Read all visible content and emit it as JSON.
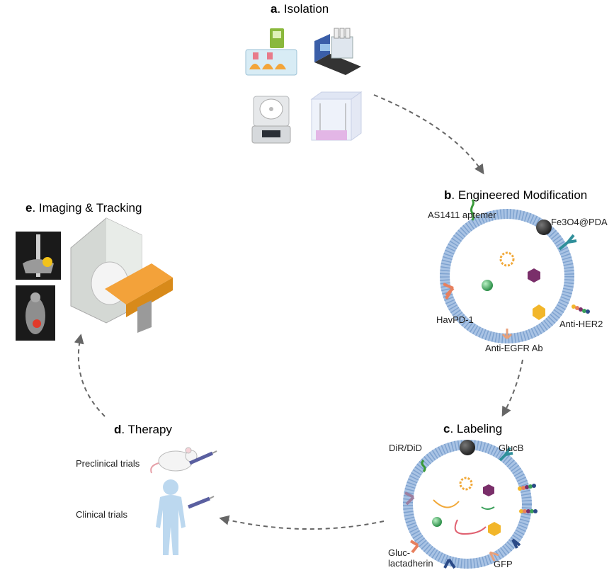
{
  "panels": {
    "a": {
      "letter": "a",
      "title": ". Isolation"
    },
    "b": {
      "letter": "b",
      "title": ". Engineered Modification",
      "labels": {
        "aptamer": "AS1411 aptemer",
        "fe3o4": "Fe3O4@PDA",
        "havpd1": "HavPD-1",
        "antiher2": "Anti-HER2",
        "antiegfr": "Anti-EGFR Ab"
      }
    },
    "c": {
      "letter": "c",
      "title": ". Labeling",
      "labels": {
        "dir": "DiR/DiD",
        "glucb": "GlucB",
        "gluc1": "Gluc-",
        "gluc2": "lactadherin",
        "gfp": "GFP"
      }
    },
    "d": {
      "letter": "d",
      "title": ". Therapy",
      "labels": {
        "preclinical": "Preclinical trials",
        "clinical": "Clinical trials"
      }
    },
    "e": {
      "letter": "e",
      "title": ". Imaging & Tracking"
    }
  },
  "colors": {
    "membrane": "#b9cfe8",
    "membrane_edge": "#8fb0d6",
    "arrow": "#666666",
    "antibody_teal": "#2f8f9a",
    "antibody_orange": "#e8805e",
    "antibody_navy": "#2b4a87",
    "hexagon": "#7a2f6a",
    "gold": "#f2b62a",
    "sphere": "#3aa05a",
    "body": "#bcd8ef"
  }
}
